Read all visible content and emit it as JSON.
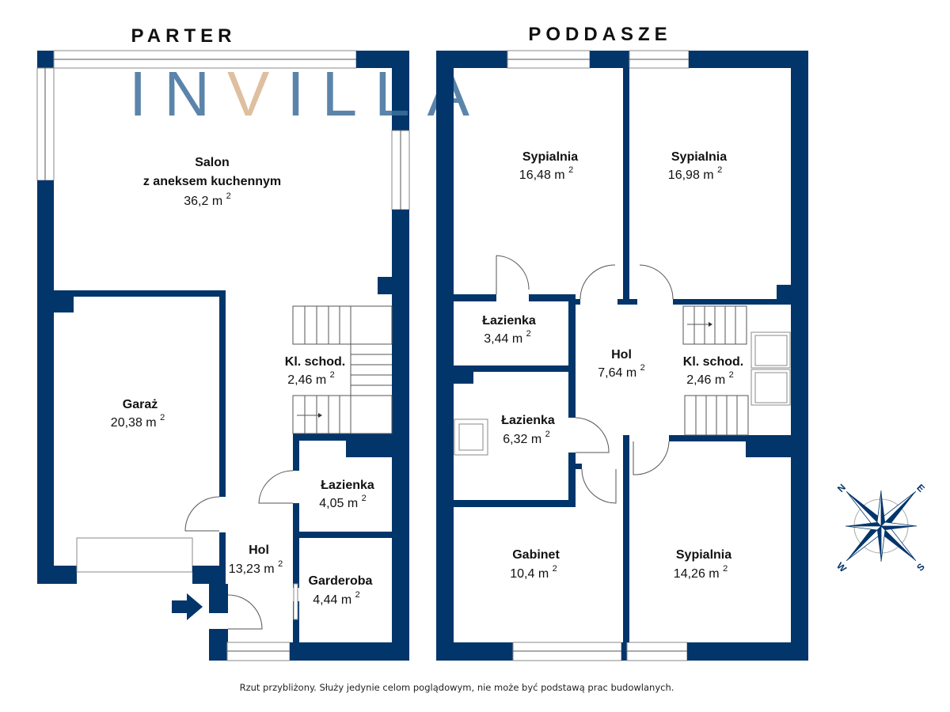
{
  "floors": {
    "ground": {
      "title": "PARTER"
    },
    "attic": {
      "title": "PODDASZE"
    }
  },
  "logo": {
    "text_before": "IN",
    "accent_letter": "V",
    "text_after": "ILLA",
    "color": "#3f6f9c",
    "accent_color": "#d9b48f"
  },
  "unit_sup": "2",
  "ground_rooms": [
    {
      "name": "Salon",
      "name2": "z aneksem kuchennym",
      "area": "36,2 m"
    },
    {
      "name": "Garaż",
      "area": "20,38 m"
    },
    {
      "name": "Kl. schod.",
      "area": "2,46 m"
    },
    {
      "name": "Łazienka",
      "area": "4,05 m"
    },
    {
      "name": "Hol",
      "area": "13,23 m"
    },
    {
      "name": "Garderoba",
      "area": "4,44 m"
    }
  ],
  "attic_rooms": [
    {
      "name": "Sypialnia",
      "area": "16,48 m"
    },
    {
      "name": "Sypialnia",
      "area": "16,98 m"
    },
    {
      "name": "Łazienka",
      "area": "3,44 m"
    },
    {
      "name": "Hol",
      "area": "7,64 m"
    },
    {
      "name": "Kl. schod.",
      "area": "2,46 m"
    },
    {
      "name": "Łazienka",
      "area": "6,32 m"
    },
    {
      "name": "Gabinet",
      "area": "10,4 m"
    },
    {
      "name": "Sypialnia",
      "area": "14,26 m"
    }
  ],
  "compass": {
    "n": "N",
    "e": "E",
    "s": "S",
    "w": "W"
  },
  "footer_note": "Rzut przybliżony. Służy jedynie celom poglądowym, nie może być podstawą prac budowlanych.",
  "colors": {
    "wall": "#02356a"
  }
}
